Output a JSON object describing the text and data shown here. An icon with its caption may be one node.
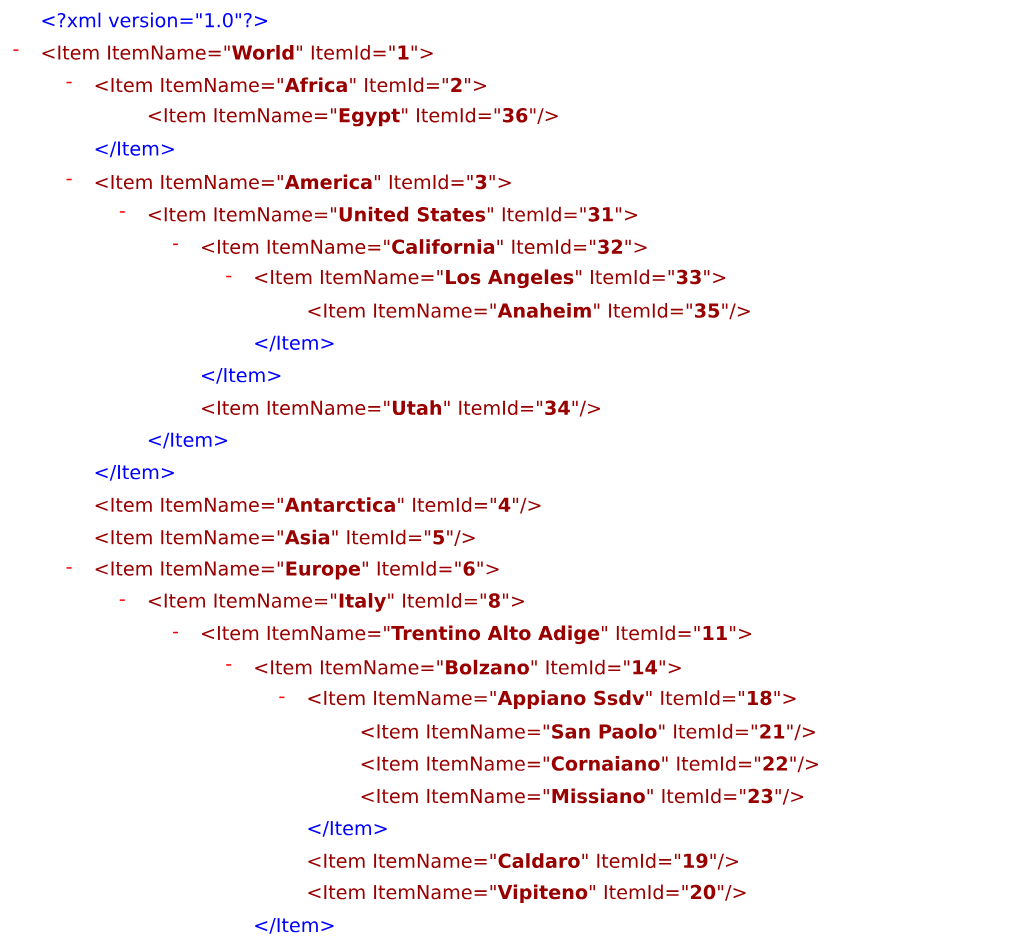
{
  "diagram": {
    "labels": [
      "<?xml version=\"1.0\"?>",
      "-",
      "<Item ItemName=\"**World**\" ItemId=\"**1**\">",
      "-",
      "<Item ItemName=\"**Africa**\" ItemId=\"**2**\">",
      "<Item ItemName=\"**Egypt**\" ItemId=\"**36**\"/>",
      "</Item>",
      "-",
      "<Item ItemName=\"**America**\" ItemId=\"**3**\">",
      "-",
      "<Item ItemName=\"**United States**\" ItemId=\"**31**\">",
      "-",
      "<Item ItemName=\"**California**\" ItemId=\"**32**\">",
      "-",
      "<Item ItemName=\"**Los Angeles**\" ItemId=\"**33**\">",
      "<Item ItemName=\"**Anaheim**\" ItemId=\"**35**\"/>",
      "</Item>",
      "</Item>",
      "<Item ItemName=\"**Utah**\" ItemId=\"**34**\"/>",
      "</Item>",
      "</Item>",
      "<Item ItemName=\"**Antarctica**\" ItemId=\"**4**\"/>",
      "<Item ItemName=\"**Asia**\" ItemId=\"**5**\"/>",
      "-",
      "<Item ItemName=\"**Europe**\" ItemId=\"**6**\">",
      "-",
      "<Item ItemName=\"**Italy**\" ItemId=\"**8**\">",
      "-",
      "<Item ItemName=\"**Trentino Alto Adige**\" ItemId=\"**11**\">",
      "-",
      "<Item ItemName=\"**Bolzano**\" ItemId=\"**14**\">",
      "-",
      "<Item ItemName=\"**Appiano Ssdv**\" ItemId=\"**18**\">",
      "<Item ItemName=\"**San Paolo**\" ItemId=\"**21**\"/>",
      "<Item ItemName=\"**Cornaiano**\" ItemId=\"**22**\"/>",
      "<Item ItemName=\"**Missiano**\" ItemId=\"**23**\"/>",
      "</Item>",
      "<Item ItemName=\"**Caldaro**\" ItemId=\"**19**\"/>",
      "<Item ItemName=\"**Vipiteno**\" ItemId=\"**20**\"/>",
      "</Item>"
    ]
  }
}
